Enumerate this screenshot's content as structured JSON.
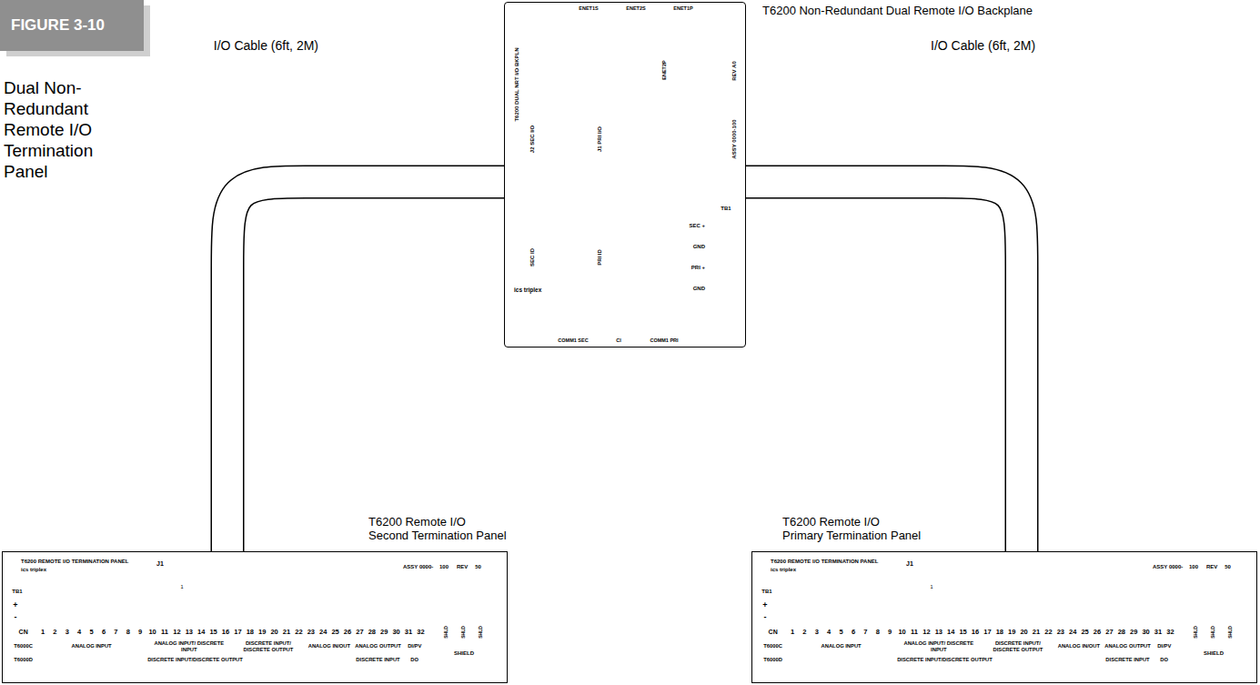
{
  "diagram": {
    "title": "Dual Non-Redundant Remote I/O Termination Panel",
    "nodes": [
      {
        "text": [
          "FIGURE 3-10"
        ]
      },
      {
        "text": [
          "ENET1S",
          "ENET2S",
          "ENET1P",
          "ENET2P",
          "T6200 DUAL NRT I/O BKPLN",
          "J2 SEC I/O",
          "SEC ID",
          "J1 PRI I/O",
          "PRI ID",
          "REV A0",
          "ASSY 0000-100",
          "TB1",
          "SEC +",
          "GND",
          "PRI +",
          "GND",
          "ics triplex",
          "COMM1 SEC",
          "CI",
          "COMM1 PRI"
        ]
      },
      {
        "text": [
          "T6200 REMOTE I/O TERMINATION PANEL",
          "ics triplex",
          "J1",
          "1",
          "ASSY 0000-",
          "100",
          "REV",
          "50",
          "TB1",
          "+",
          "-",
          "CN",
          "1",
          "2",
          "3",
          "4",
          "5",
          "6",
          "7",
          "8",
          "9",
          "10",
          "11",
          "12",
          "13",
          "14",
          "15",
          "16",
          "17",
          "18",
          "19",
          "20",
          "21",
          "22",
          "23",
          "24",
          "25",
          "26",
          "27",
          "28",
          "29",
          "30",
          "31",
          "32",
          "SHLD",
          "SHLD",
          "SHLD",
          "T6000C",
          "ANALOG INPUT",
          "ANALOG INPUT/ DISCRETE INPUT",
          "DISCRETE INPUT/ DISCRETE OUTPUT",
          "ANALOG IN/OUT",
          "ANALOG OUTPUT",
          "DI/PV",
          "SHIELD",
          "T6000D",
          "DISCRETE INPUT/DISCRETE OUTPUT",
          "DISCRETE INPUT",
          "DO"
        ]
      },
      {
        "text": [
          "T6200 REMOTE I/O TERMINATION PANEL",
          "ics triplex",
          "J1",
          "1",
          "ASSY 0000-",
          "100",
          "REV",
          "50",
          "TB1",
          "+",
          "-",
          "CN",
          "1",
          "2",
          "3",
          "4",
          "5",
          "6",
          "7",
          "8",
          "9",
          "10",
          "11",
          "12",
          "13",
          "14",
          "15",
          "16",
          "17",
          "18",
          "19",
          "20",
          "21",
          "22",
          "23",
          "24",
          "25",
          "26",
          "27",
          "28",
          "29",
          "30",
          "31",
          "32",
          "SHLD",
          "SHLD",
          "SHLD",
          "T6000C",
          "ANALOG INPUT",
          "ANALOG INPUT/ DISCRETE INPUT",
          "DISCRETE INPUT/ DISCRETE OUTPUT",
          "ANALOG IN/OUT",
          "ANALOG OUTPUT",
          "DI/PV",
          "SHIELD",
          "T6000D",
          "DISCRETE INPUT/DISCRETE OUTPUT",
          "DISCRETE INPUT",
          "DO"
        ]
      }
    ],
    "edges": [
      {
        "from": 1,
        "to": 2,
        "arrow": "none",
        "label": "I/O Cable (6ft, 2M)"
      },
      {
        "from": 1,
        "to": 3,
        "arrow": "none",
        "label": "I/O Cable (6ft, 2M)"
      }
    ],
    "labels": [
      "T6200 Non-Redundant Dual Remote I/O Backplane",
      "T6200 Remote I/O Second Termination Panel",
      "T6200 Remote I/O Primary Termination Panel"
    ]
  }
}
